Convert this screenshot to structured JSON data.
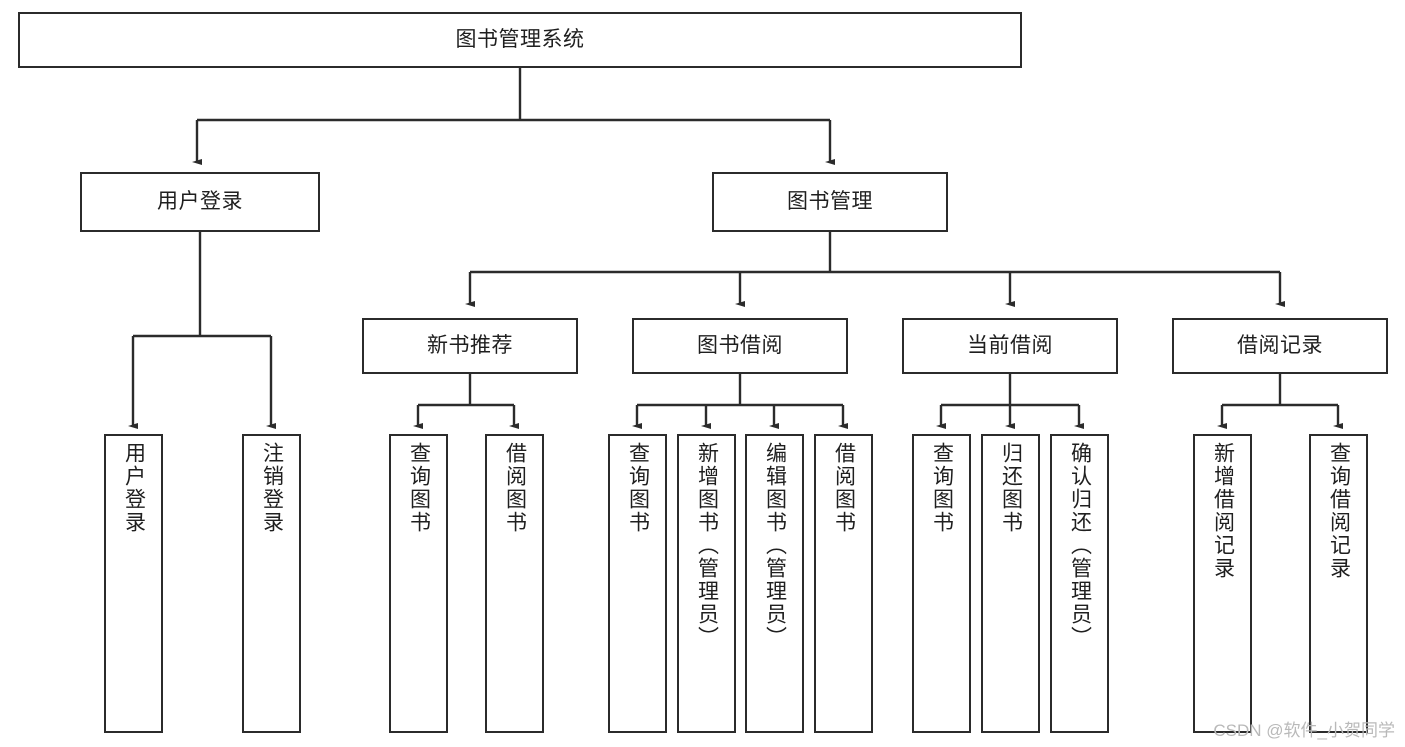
{
  "diagram": {
    "title": "图书管理系统",
    "type": "tree-hierarchy",
    "stroke_color": "#2b2b2b",
    "fill_color": "#ffffff",
    "text_color": "#1f1f1f",
    "root": {
      "label": "图书管理系统"
    },
    "level2": [
      {
        "label": "用户登录"
      },
      {
        "label": "图书管理"
      }
    ],
    "level3": [
      {
        "label": "新书推荐"
      },
      {
        "label": "图书借阅"
      },
      {
        "label": "当前借阅"
      },
      {
        "label": "借阅记录"
      }
    ],
    "leaves": {
      "user_login": [
        {
          "label": "用户登录"
        },
        {
          "label": "注销登录"
        }
      ],
      "new_book_recommend": [
        {
          "label": "查询图书"
        },
        {
          "label": "借阅图书"
        }
      ],
      "book_borrow": [
        {
          "label": "查询图书"
        },
        {
          "label": "新增图书（管理员）"
        },
        {
          "label": "编辑图书（管理员）"
        },
        {
          "label": "借阅图书"
        }
      ],
      "current_borrow": [
        {
          "label": "查询图书"
        },
        {
          "label": "归还图书"
        },
        {
          "label": "确认归还（管理员）"
        }
      ],
      "borrow_record": [
        {
          "label": "新增借阅记录"
        },
        {
          "label": "查询借阅记录"
        }
      ]
    }
  },
  "watermark": {
    "text": "CSDN @软件_小贺同学"
  }
}
